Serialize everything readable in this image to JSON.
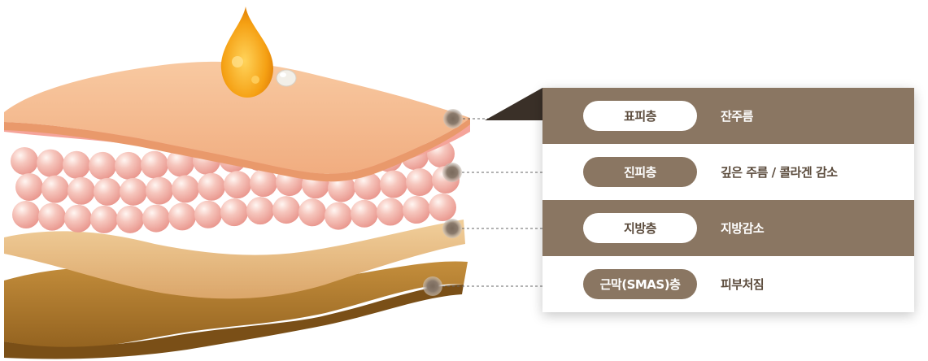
{
  "colors": {
    "panel_dark": "#8a7662",
    "panel_light": "#ffffff",
    "text_dark": "#5b4b3c",
    "epidermis": "#f4b58a",
    "fat_spheres": "#f3b8b0",
    "muscle": "#b6802c",
    "oil_drop": "#f39a12"
  },
  "layers": [
    {
      "name": "표피층",
      "effect": "잔주름"
    },
    {
      "name": "진피층",
      "effect": "깊은 주름 / 콜라겐 감소"
    },
    {
      "name": "지방층",
      "effect": "지방감소"
    },
    {
      "name": "근막(SMAS)층",
      "effect": "피부처짐"
    }
  ]
}
